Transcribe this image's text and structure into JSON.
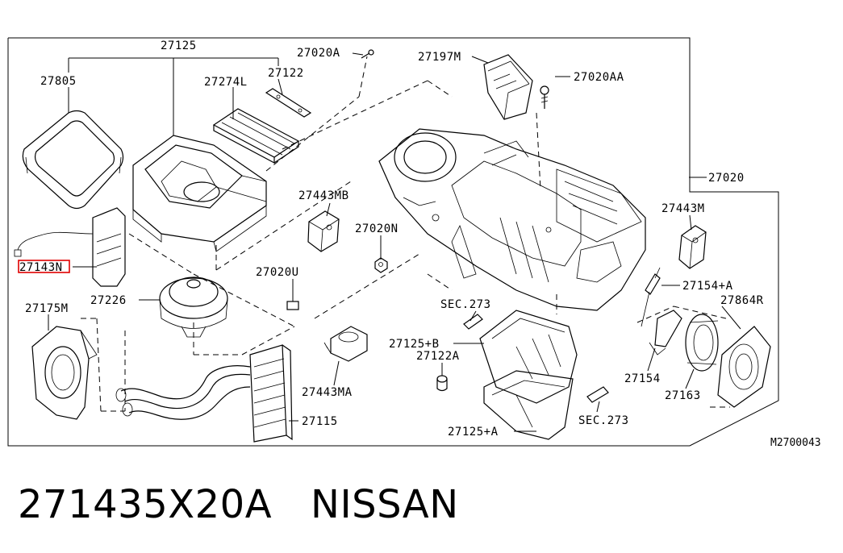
{
  "diagram": {
    "part_labels": [
      "27125",
      "27020A",
      "27197M",
      "27020AA",
      "27805",
      "27122",
      "27274L",
      "27020",
      "27443MB",
      "27020N",
      "27443M",
      "27143N",
      "27020U",
      "27154+A",
      "27175M",
      "27226",
      "27864R",
      "SEC.273",
      "27125+B",
      "27122A",
      "27154",
      "27443MA",
      "27163",
      "27115",
      "SEC.273",
      "27125+A"
    ],
    "highlighted_part": "27143N",
    "drawing_code": "M2700043"
  },
  "caption": {
    "part_number": "271435X20A",
    "brand": "NISSAN"
  },
  "colors": {
    "line": "#000000",
    "highlight": "#e00000",
    "background": "#ffffff"
  }
}
